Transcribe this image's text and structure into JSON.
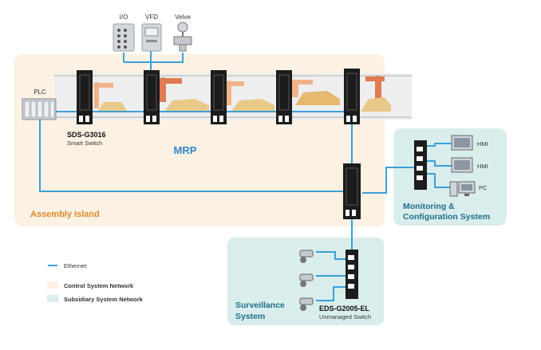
{
  "devices": {
    "io": "I/O",
    "vfd": "VFD",
    "valve": "Velve",
    "plc": "PLC"
  },
  "labels": {
    "switch_model": "SDS-G3016",
    "switch_desc": "Smart Switch",
    "ring": "MRP",
    "assembly": "Assembly Island",
    "monitoring_line1": "Monitoring &",
    "monitoring_line2": "Configuration System",
    "hmi1": "HMI",
    "hmi2": "HMI",
    "pc": "PC",
    "surveillance_line1": "Surveillance",
    "surveillance_line2": "System",
    "eds_model": "EDS-G2005-EL",
    "eds_desc": "Unmanaged Switch"
  },
  "legend": {
    "ethernet": "Ethernet",
    "control": "Control System Network",
    "subsidiary": "Subsidiary System Network"
  },
  "colors": {
    "ethernet": "#3aa0d8",
    "control_zone": "#fdf1e3",
    "subsidiary_zone": "#d9eeec",
    "orange_text": "#e08a2c",
    "blue_text": "#2f86c8",
    "teal_title": "#1f6d8a",
    "switch_body": "#1c1c1c"
  }
}
